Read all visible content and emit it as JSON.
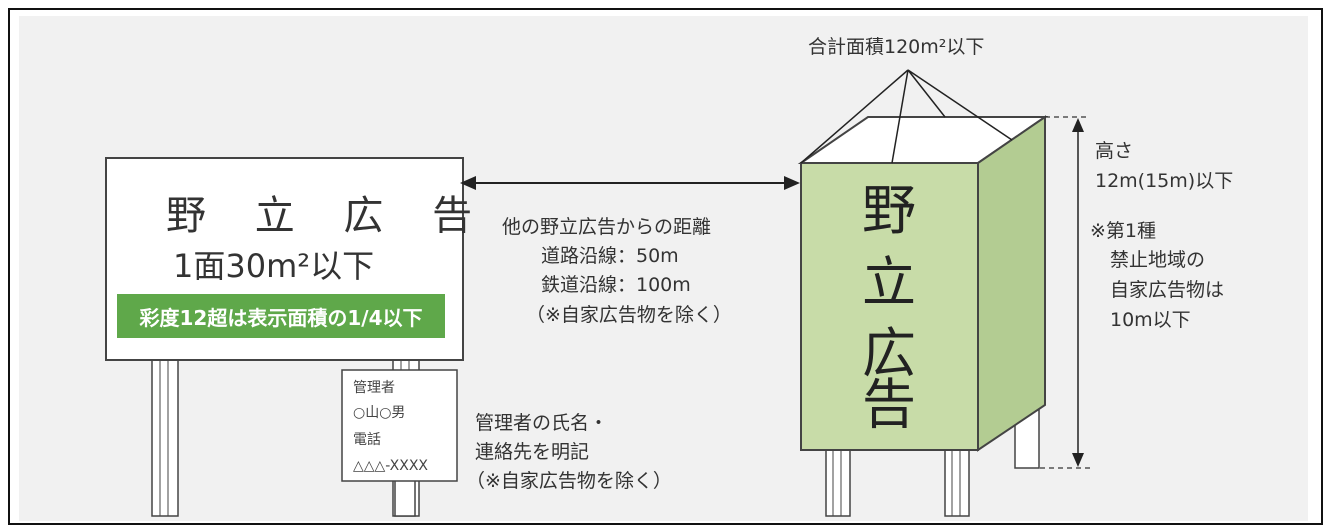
{
  "left_sign": {
    "title": "野 立 広 告",
    "area": "1面30m²以下",
    "saturation_note": "彩度12超は表示面積の1/4以下"
  },
  "distance_note": {
    "title": "他の野立広告からの距離",
    "road": "道路沿線：50m",
    "rail": "鉄道沿線：100m",
    "exception": "（※自家広告物を除く）"
  },
  "manager_plate": {
    "label": "管理者",
    "name": "○山○男",
    "phone_label": "電話",
    "phone": "△△△-XXXX"
  },
  "manager_note": {
    "line1": "管理者の氏名・",
    "line2": "連絡先を明記",
    "exception": "（※自家広告物を除く）"
  },
  "tower_sign": {
    "char1": "野",
    "char2": "立",
    "char3": "広",
    "char4": "告",
    "total_area": "合計面積120m²以下"
  },
  "height_note": {
    "label": "高さ",
    "value": "12m(15m)以下",
    "sub1": "※第1種",
    "sub2": "禁止地域の",
    "sub3": "自家広告物は",
    "sub4": "10m以下"
  },
  "colors": {
    "green_band": "#5fa84a",
    "tower_face": "#c8dca8",
    "tower_side": "#b3cc92"
  }
}
